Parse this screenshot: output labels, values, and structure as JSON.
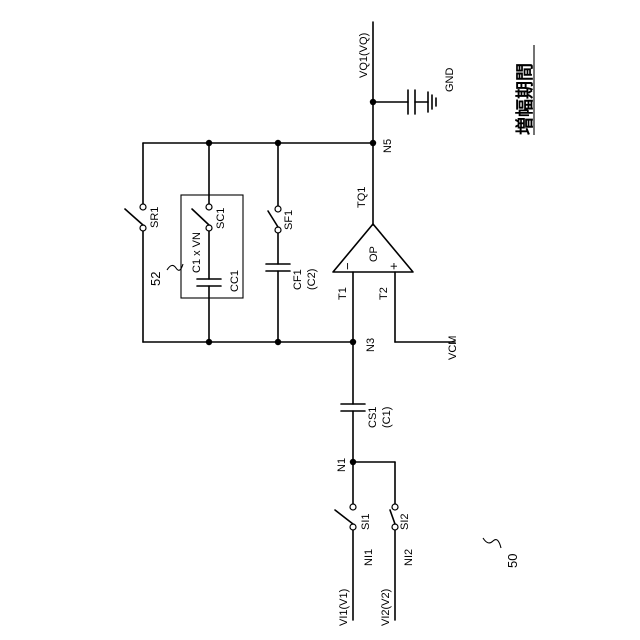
{
  "title": "増幅期間",
  "figure_ref": "50",
  "box_ref": "52",
  "labels": {
    "vq1": "VQ1(VQ)",
    "gnd": "GND",
    "n5": "N5",
    "tq1": "TQ1",
    "sr1": "SR1",
    "sc1": "SC1",
    "sf1": "SF1",
    "c1xvn": "C1 x VN",
    "cc1": "CC1",
    "cf1": "CF1",
    "c2": "(C2)",
    "op": "OP",
    "minus": "−",
    "plus": "+",
    "t1": "T1",
    "t2": "T2",
    "vcm": "VCM",
    "n3": "N3",
    "cs1": "CS1",
    "c1": "(C1)",
    "n1": "N1",
    "si1": "SI1",
    "si2": "SI2",
    "ni1": "NI1",
    "ni2": "NI2",
    "vi1": "VI1(V1)",
    "vi2": "VI2(V2)"
  }
}
